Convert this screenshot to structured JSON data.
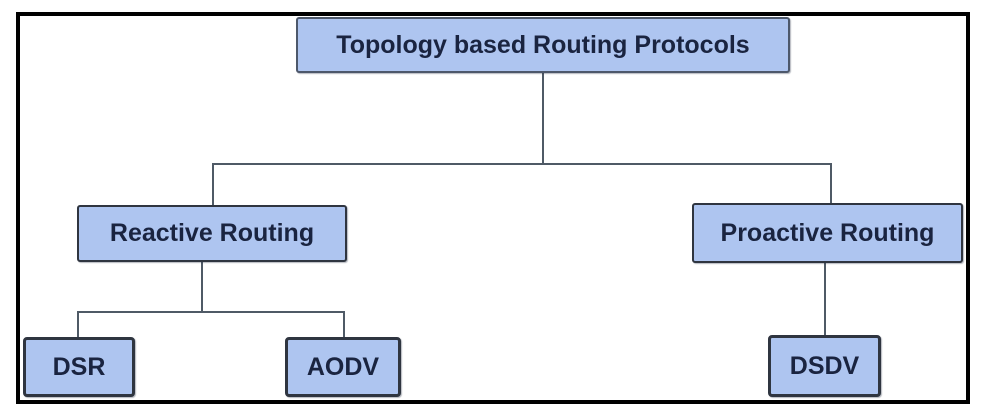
{
  "title": "Topology based Routing Protocols hierarchy diagram",
  "colors": {
    "box-fill": "#aec5f0",
    "box-border": "#2f3540",
    "root-border": "#4d586b",
    "text": "#1a2440",
    "line": "#4f5a66",
    "frame": "#000000",
    "background": "#ffffff"
  },
  "nodes": {
    "root": {
      "label": "Topology based Routing Protocols"
    },
    "reactive": {
      "label": "Reactive Routing"
    },
    "proactive": {
      "label": "Proactive Routing"
    },
    "dsr": {
      "label": "DSR"
    },
    "aodv": {
      "label": "AODV"
    },
    "dsdv": {
      "label": "DSDV"
    }
  },
  "hierarchy": [
    {
      "parent": "Topology based Routing Protocols",
      "children": [
        "Reactive Routing",
        "Proactive Routing"
      ]
    },
    {
      "parent": "Reactive Routing",
      "children": [
        "DSR",
        "AODV"
      ]
    },
    {
      "parent": "Proactive Routing",
      "children": [
        "DSDV"
      ]
    }
  ]
}
